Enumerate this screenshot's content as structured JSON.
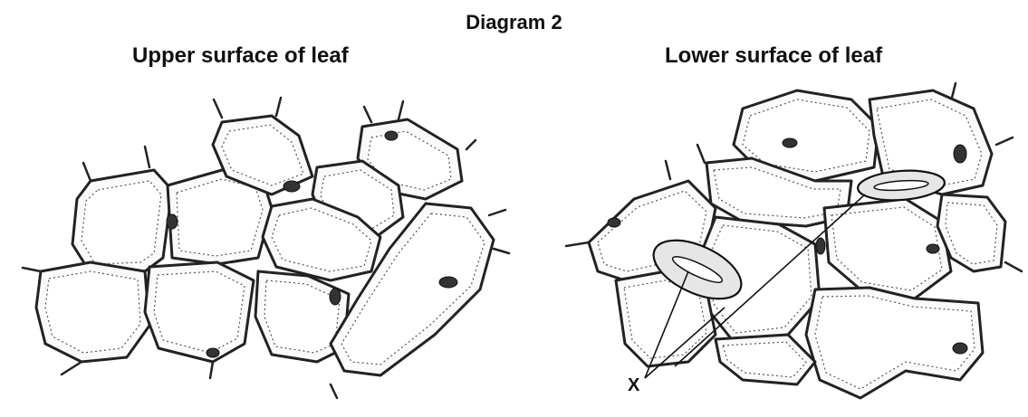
{
  "diagram": {
    "title": "Diagram 2",
    "upper_label": "Upper surface of leaf",
    "lower_label": "Lower surface of leaf",
    "marker": "X"
  }
}
